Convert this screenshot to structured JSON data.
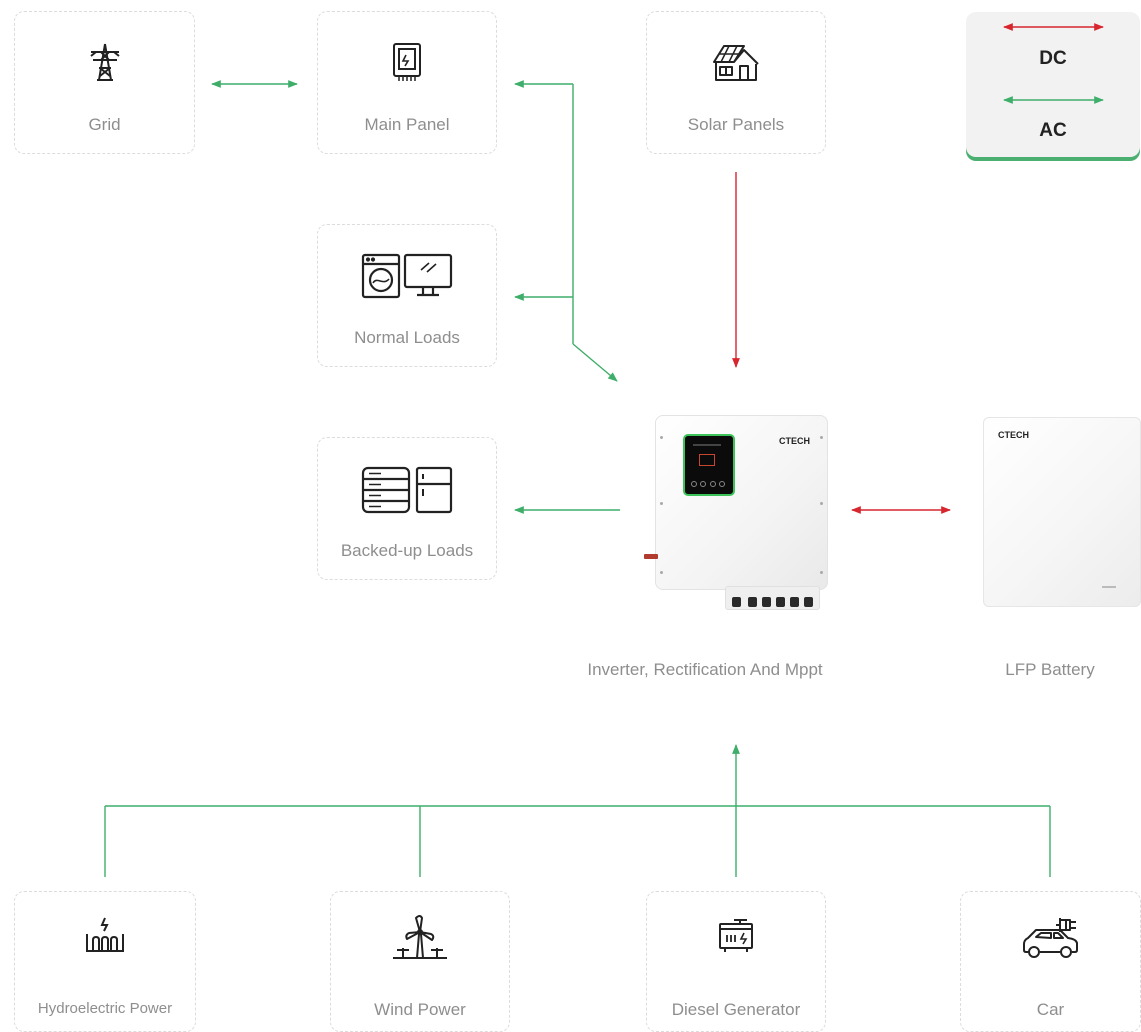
{
  "nodes": {
    "grid": "Grid",
    "main_panel": "Main Panel",
    "solar_panels": "Solar Panels",
    "normal_loads": "Normal Loads",
    "backed_up_loads": "Backed-up Loads",
    "hydroelectric": "Hydroelectric Power",
    "wind": "Wind Power",
    "diesel": "Diesel Generator",
    "car": "Car"
  },
  "devices": {
    "inverter_label": "Inverter, Rectification And Mppt",
    "battery_label": "LFP Battery",
    "inverter_brand": "CTECH",
    "battery_brand": "CTECH"
  },
  "legend": {
    "dc": "DC",
    "ac": "AC"
  },
  "colors": {
    "ac": "#3fae6a",
    "dc": "#d7262e",
    "label": "#8e8e8e",
    "icon": "#222222"
  }
}
